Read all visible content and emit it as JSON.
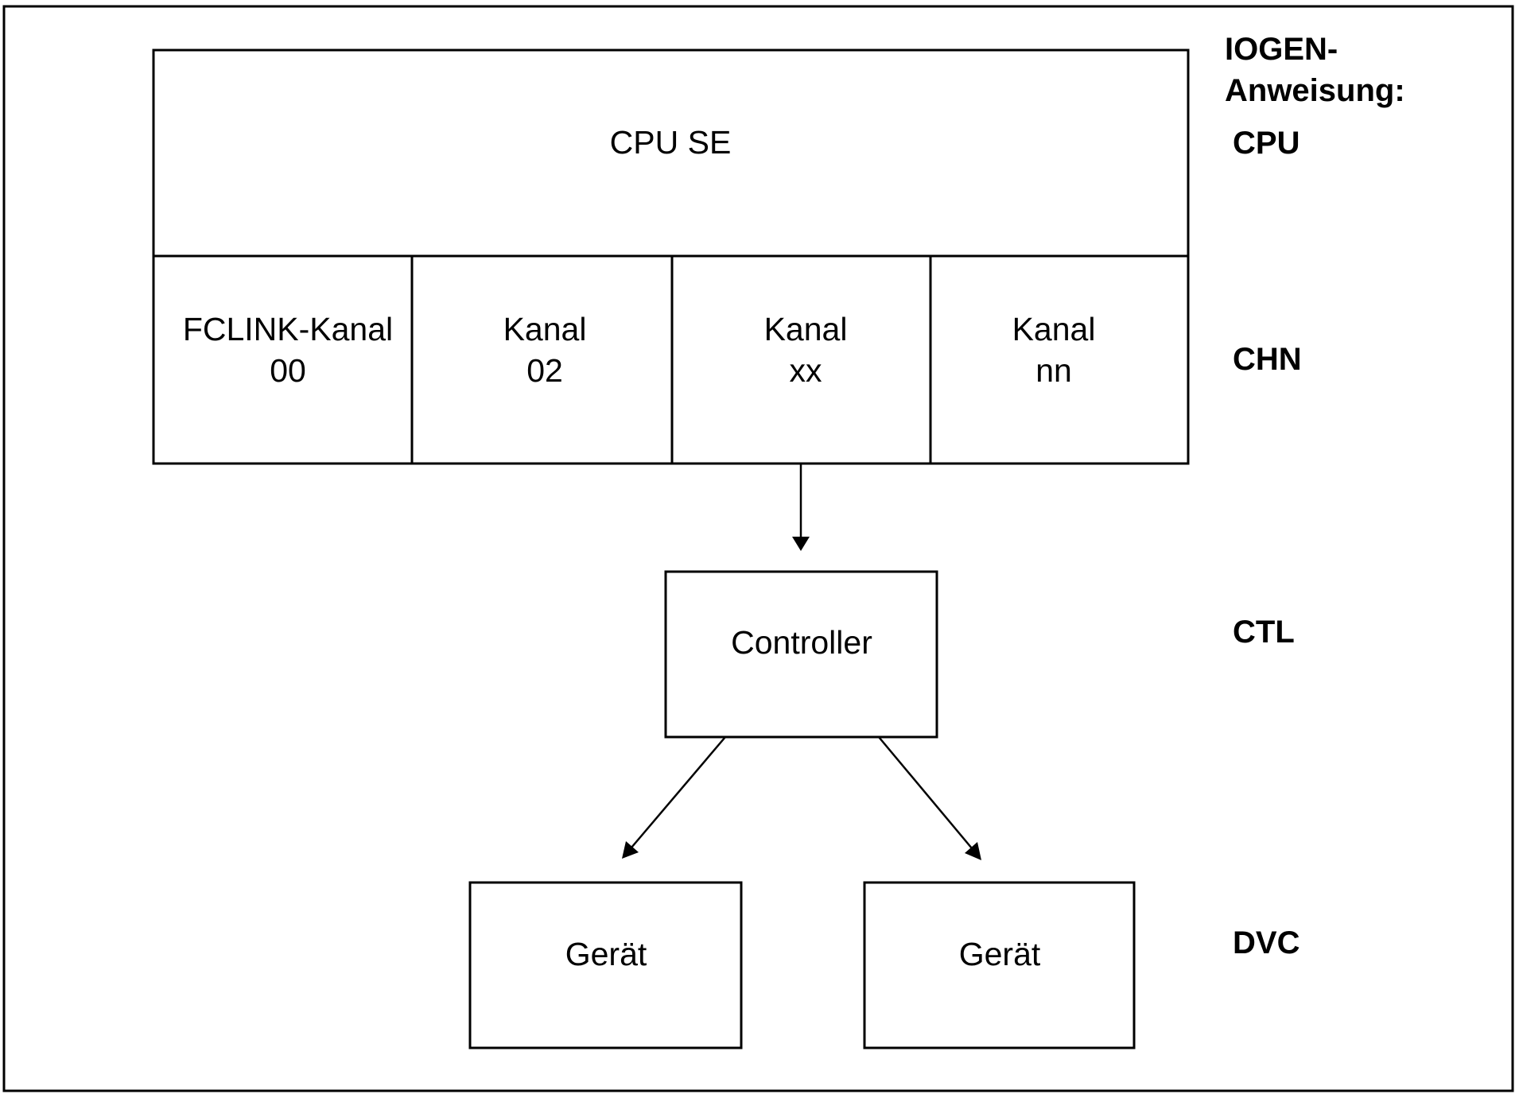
{
  "side_labels": {
    "heading_line1": "IOGEN-",
    "heading_line2": "Anweisung:",
    "cpu": "CPU",
    "chn": "CHN",
    "ctl": "CTL",
    "dvc": "DVC"
  },
  "cpu_box": {
    "label": "CPU SE"
  },
  "channels": [
    {
      "line1": "FCLINK-Kanal",
      "line2": "00"
    },
    {
      "line1": "Kanal",
      "line2": "02"
    },
    {
      "line1": "Kanal",
      "line2": "xx"
    },
    {
      "line1": "Kanal",
      "line2": "nn"
    }
  ],
  "controller": {
    "label": "Controller"
  },
  "devices": [
    {
      "label": "Gerät"
    },
    {
      "label": "Gerät"
    }
  ]
}
